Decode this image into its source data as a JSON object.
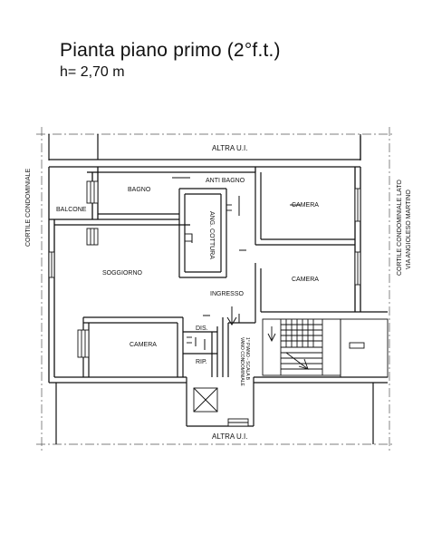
{
  "header": {
    "title": "Pianta piano primo (2°f.t.)",
    "height": "h= 2,70 m"
  },
  "labels": {
    "altra_top": "ALTRA U.I.",
    "altra_bottom": "ALTRA U.I.",
    "antibagno": "ANTI BAGNO",
    "bagno": "BAGNO",
    "balcone": "BALCONE",
    "ang_cottura": "ANG. COTTURA",
    "camera_top": "CAMERA",
    "camera_mid": "CAMERA",
    "camera_left": "CAMERA",
    "soggiorno": "SOGGIORNO",
    "ingresso": "INGRESSO",
    "dis": "DIS.",
    "rip": "RIP.",
    "vano_scala_1": "VANO CONDOMINIALE",
    "vano_scala_2": "1° PIANO - SCALA B",
    "cortile_left": "CORTILE CONDOMINIALE",
    "cortile_right_1": "CORTILE CONDOMINIALE LATO",
    "cortile_right_2": "VIA ANGIOLESO MARTINO"
  },
  "colors": {
    "line": "#111111",
    "wall_fill": "#ffffff",
    "dash": "#555555"
  }
}
